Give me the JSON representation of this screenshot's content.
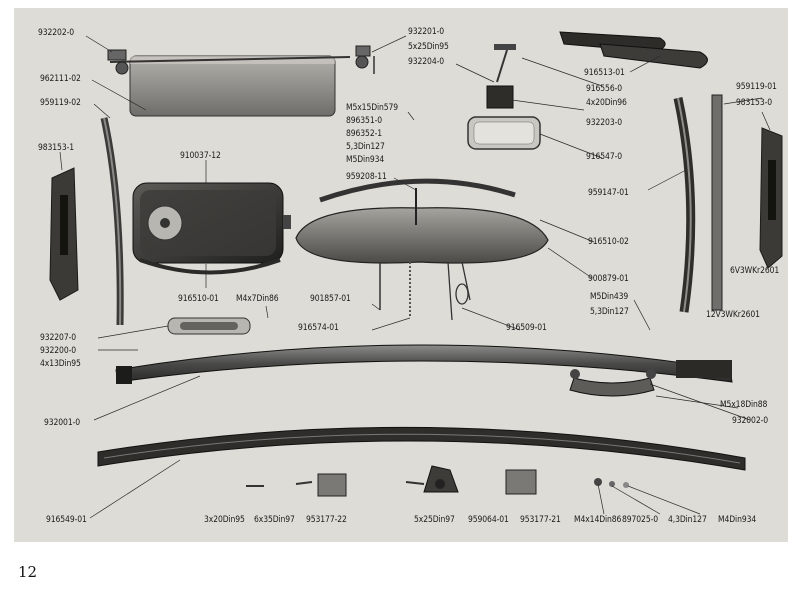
{
  "page_number": "12",
  "labels": {
    "p932202_0": "932202-0",
    "p962111_02": "962111-02",
    "p959119_02": "959119-02",
    "p983153_1": "983153-1",
    "p910037_12": "910037-12",
    "p932201_0": "932201-0",
    "p5x25din95": "5x25Din95",
    "p932204_0": "932204-0",
    "m5x15din579": "M5x15Din579",
    "p896351_0": "896351-0",
    "p896352_1": "896352-1",
    "p53din127a": "5,3Din127",
    "m5din934": "M5Din934",
    "p959208_11": "959208-11",
    "p916513_01": "916513-01",
    "p916556_0": "916556-0",
    "p4x20din96": "4x20Din96",
    "p932203_0": "932203-0",
    "p916547_0": "916547-0",
    "p959119_01": "959119-01",
    "p983153_0": "983153-0",
    "p959147_01": "959147-01",
    "p916510_02": "916510-02",
    "p900879_01": "900879-01",
    "m5din439": "M5Din439",
    "p53din127b": "5,3Din127",
    "p6v3wkr2601": "6V3WKr2601",
    "p12v3wkr2601": "12V3WKr2601",
    "p916510_01": "916510-01",
    "m4x7din86": "M4x7Din86",
    "p901857_01": "901857-01",
    "p916574_01": "916574-01",
    "p916509_01": "916509-01",
    "p932207_0": "932207-0",
    "p932200_0": "932200-0",
    "p4x13din95": "4x13Din95",
    "p932001_0": "932001-0",
    "m5x18din88": "M5x18Din88",
    "p932002_0": "932002-0",
    "p916549_01": "916549-01",
    "p3x20din95": "3x20Din95",
    "p6x35din97": "6x35Din97",
    "p953177_22": "953177-22",
    "p5x25din97": "5x25Din97",
    "p959064_01": "959064-01",
    "p953177_21": "953177-21",
    "m4x14din86": "M4x14Din86",
    "p897025_0": "897025-0",
    "p43din127": "4,3Din127",
    "m4din934": "M4Din934"
  }
}
